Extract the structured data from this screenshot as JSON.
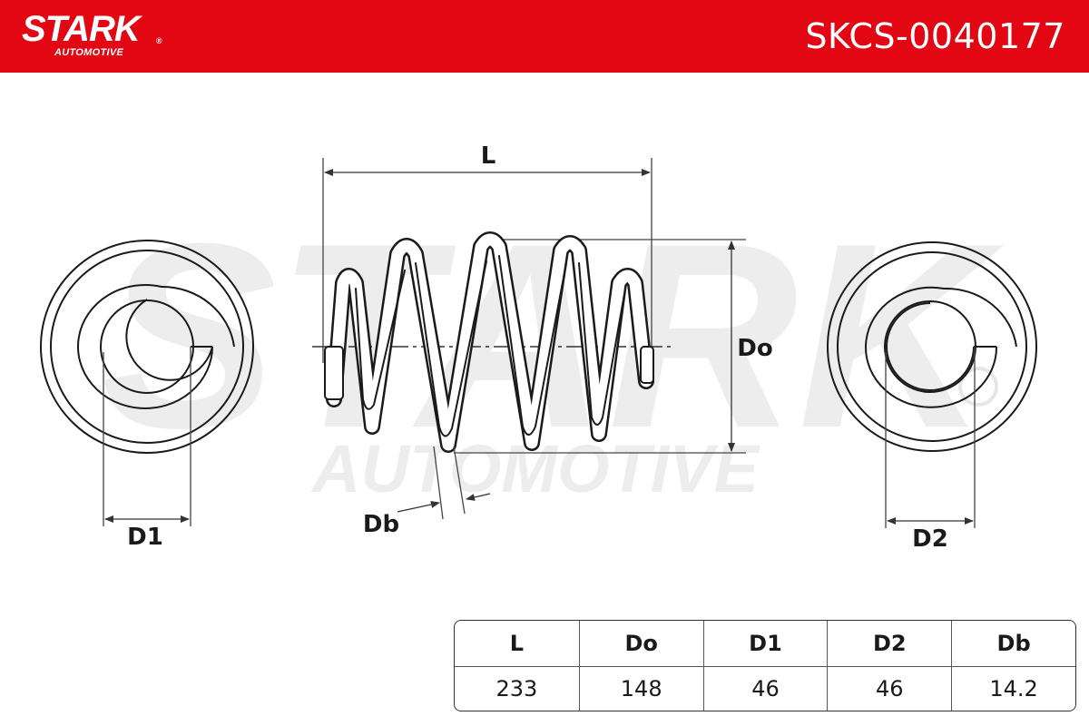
{
  "header": {
    "brand": "STARK",
    "brand_sub": "AUTOMOTIVE",
    "reg_mark": "®",
    "part_number": "SKCS-0040177",
    "color": "#e30613"
  },
  "watermark": {
    "line1": "STARK",
    "line2": "AUTOMOTIVE"
  },
  "diagram": {
    "labels": {
      "length": "L",
      "outer_diameter": "Do",
      "wire_diameter": "Db",
      "end_diameter_1": "D1",
      "end_diameter_2": "D2"
    }
  },
  "specs": {
    "headers": [
      "L",
      "Do",
      "D1",
      "D2",
      "Db"
    ],
    "values": [
      "233",
      "148",
      "46",
      "46",
      "14.2"
    ]
  }
}
